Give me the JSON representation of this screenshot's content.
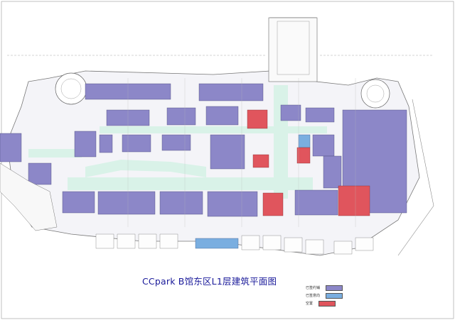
{
  "title": "CCpark B馆东区L1层建筑平面图",
  "legend": [
    {
      "label": "已签约铺",
      "color": "#8c87c8"
    },
    {
      "label": "已签意向",
      "color": "#7aaee0"
    },
    {
      "label": "空置",
      "color": "#e0555d"
    }
  ],
  "colors": {
    "leased": "#8c87c8",
    "intent": "#7aaee0",
    "vacant": "#e0555d",
    "corridor": "#d9f2e8",
    "lines": "#5a5a5a"
  }
}
